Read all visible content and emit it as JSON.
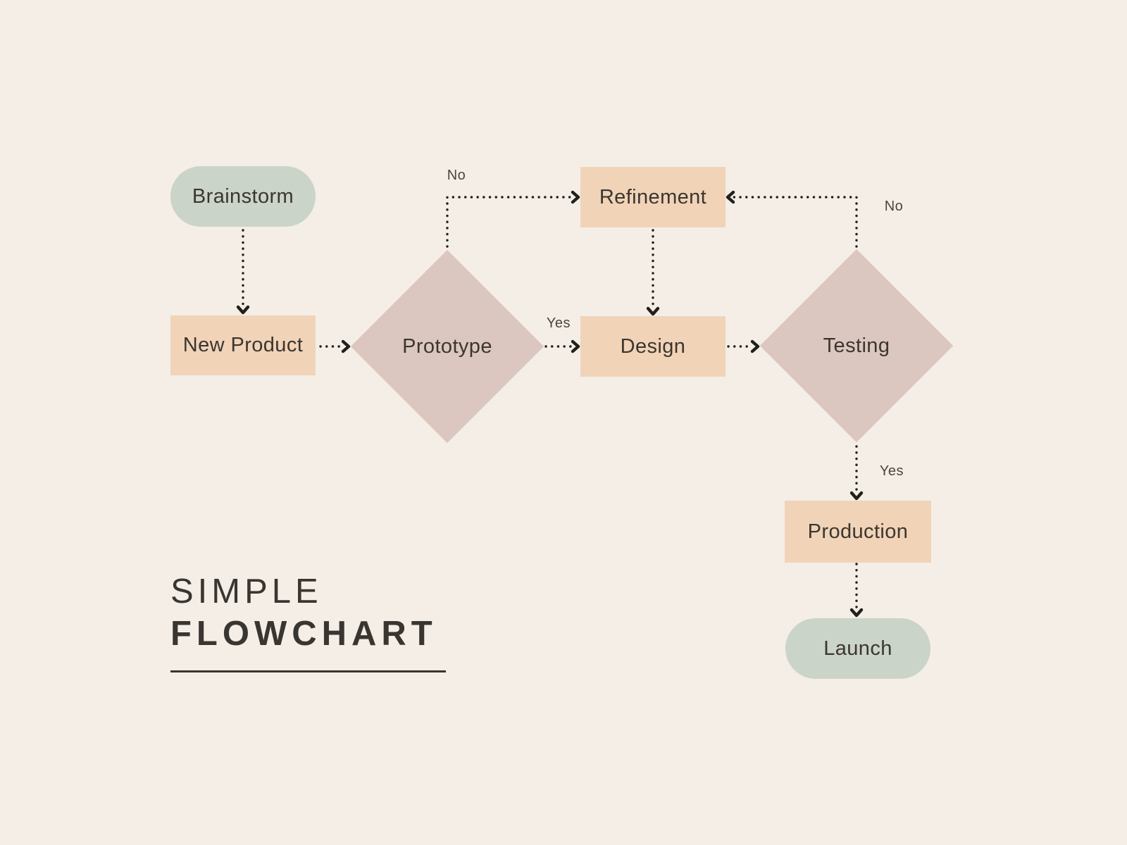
{
  "title": {
    "line1": "SIMPLE",
    "line2": "FLOWCHART"
  },
  "theme": {
    "background": "#f4eee7",
    "pill-fill": "#cad4c8",
    "rect-fill": "#f1d3b8",
    "diamond-fill": "#dbc7bf",
    "node-text": "#3b362f",
    "edge-label": "#4a453e",
    "arrow": "#22201c",
    "title": "#393530"
  },
  "nodes": {
    "brainstorm": {
      "label": "Brainstorm",
      "type": "terminator"
    },
    "new_product": {
      "label": "New Product",
      "type": "process"
    },
    "prototype": {
      "label": "Prototype",
      "type": "decision"
    },
    "refinement": {
      "label": "Refinement",
      "type": "process"
    },
    "design": {
      "label": "Design",
      "type": "process"
    },
    "testing": {
      "label": "Testing",
      "type": "decision"
    },
    "production": {
      "label": "Production",
      "type": "process"
    },
    "launch": {
      "label": "Launch",
      "type": "terminator"
    }
  },
  "edge_labels": {
    "prototype_no": "No",
    "prototype_yes": "Yes",
    "testing_no": "No",
    "testing_yes": "Yes"
  }
}
